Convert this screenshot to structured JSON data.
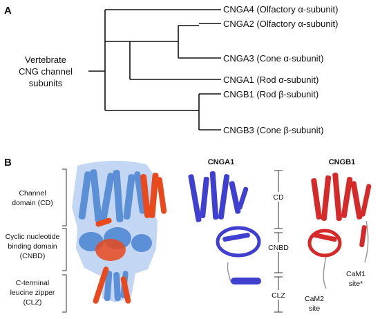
{
  "panelA": {
    "label": "A",
    "root_label_lines": [
      "Vertebrate",
      "CNG channel",
      "subunits"
    ],
    "leaves": [
      "CNGA4 (Olfactory α-subunit)",
      "CNGA2 (Olfactory α-subunit)",
      "CNGA3 (Cone α-subunit)",
      "CNGA1 (Rod α-subunit)",
      "CNGB1 (Rod β-subunit)",
      "CNGB3 (Cone β-subunit)"
    ]
  },
  "panelB": {
    "label": "B",
    "domain_labels": [
      [
        "Channel",
        "domain (CD)"
      ],
      [
        "Cyclic nucleotide",
        "binding domain",
        "(CNBD)"
      ],
      [
        "C-terminal",
        "leucine zipper",
        "(CLZ)"
      ]
    ],
    "cnga1_title": "CNGA1",
    "cngb1_title": "CNGB1",
    "middle_labels": [
      "CD",
      "CNBD",
      "CLZ"
    ],
    "cam1_lines": [
      "CaM1",
      "site*"
    ],
    "cam2_lines": [
      "CaM2",
      "site"
    ]
  },
  "colors": {
    "blue_complex": "#5b8fd6",
    "orange_complex": "#e8491d",
    "cnga1": "#3f3fd0",
    "cngb1": "#d42a2a"
  }
}
